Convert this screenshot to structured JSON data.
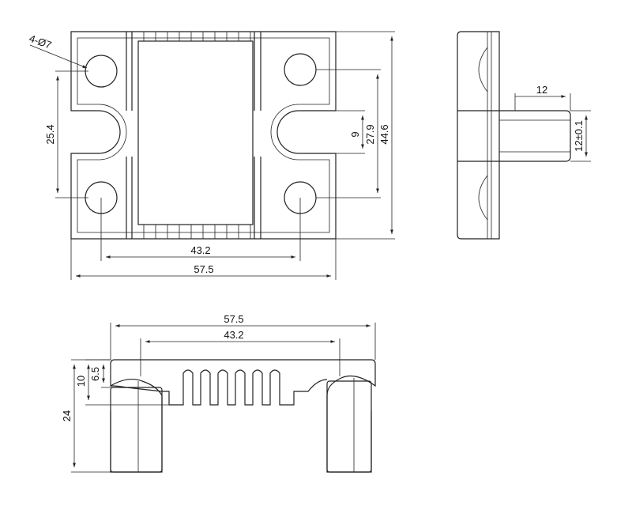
{
  "drawing": {
    "top_view": {
      "hole_note": "4-Ø7",
      "dim_hole_vertical": "25.4",
      "dim_slot_width": "9",
      "dim_hole_span_right": "27.9",
      "dim_overall_height": "44.6",
      "dim_hole_spacing": "43.2",
      "dim_overall_width": "57.5"
    },
    "side_view": {
      "dim_flange_length": "12",
      "dim_flange_height": "12±0.1"
    },
    "front_view": {
      "dim_overall_width": "57.5",
      "dim_hole_spacing": "43.2",
      "dim_fin_depth": "6.5",
      "dim_base_depth": "10",
      "dim_overall_height": "24"
    }
  }
}
